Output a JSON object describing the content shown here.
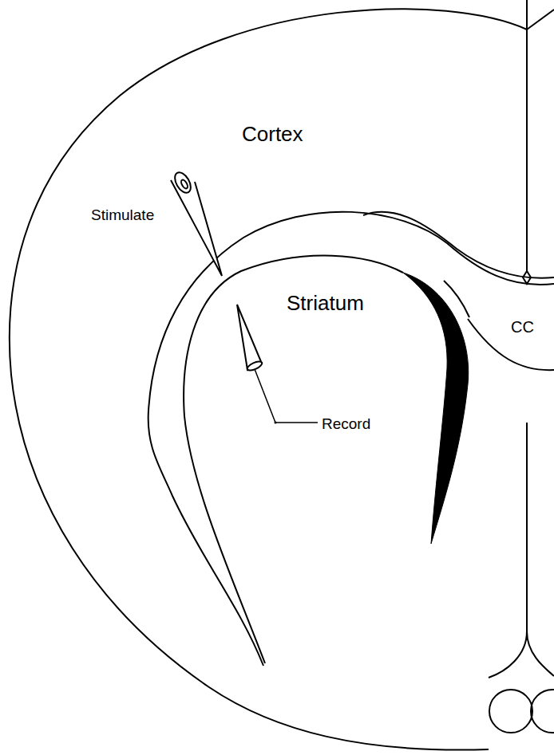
{
  "diagram": {
    "labels": [
      "Cortex",
      "Stimulate",
      "Striatum",
      "Record",
      "CC"
    ]
  }
}
